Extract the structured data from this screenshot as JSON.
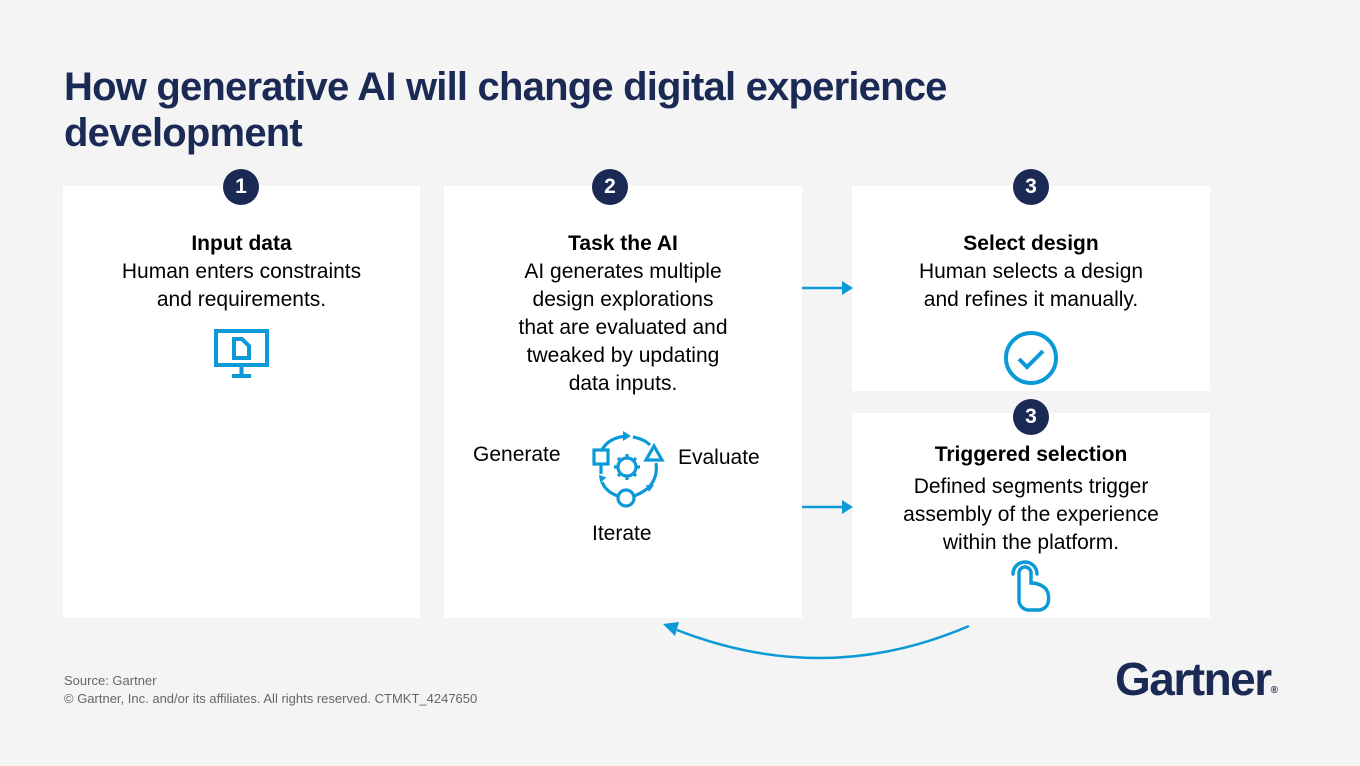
{
  "title": "How generative AI will change digital experience development",
  "colors": {
    "navy": "#1b2a55",
    "accent": "#0b9ad7",
    "background": "#f4f4f4",
    "card": "#ffffff"
  },
  "steps": [
    {
      "badge": "1",
      "title": "Input data",
      "lines": [
        "Human enters constraints",
        "and requirements."
      ],
      "icon": "monitor-document-icon"
    },
    {
      "badge": "2",
      "title": "Task the AI",
      "lines": [
        "AI generates multiple",
        "design explorations",
        "that are evaluated and",
        "tweaked by updating",
        "data inputs."
      ],
      "icon": "iteration-cycle-gear-icon",
      "cycle": {
        "left": "Generate",
        "right": "Evaluate",
        "bottom": "Iterate"
      }
    },
    {
      "badge": "3",
      "title": "Select design",
      "lines": [
        "Human selects a design",
        "and refines it manually."
      ],
      "icon": "check-circle-icon"
    },
    {
      "badge": "3",
      "title": "Triggered selection",
      "lines": [
        "Defined segments trigger",
        "assembly of the experience",
        "within the platform."
      ],
      "icon": "pointing-hand-icon"
    }
  ],
  "footer": {
    "source": "Source: Gartner",
    "copyright": "© Gartner, Inc. and/or its affiliates. All rights reserved. CTMKT_4247650"
  },
  "logo": {
    "text": "Gartner",
    "mark": "®"
  }
}
